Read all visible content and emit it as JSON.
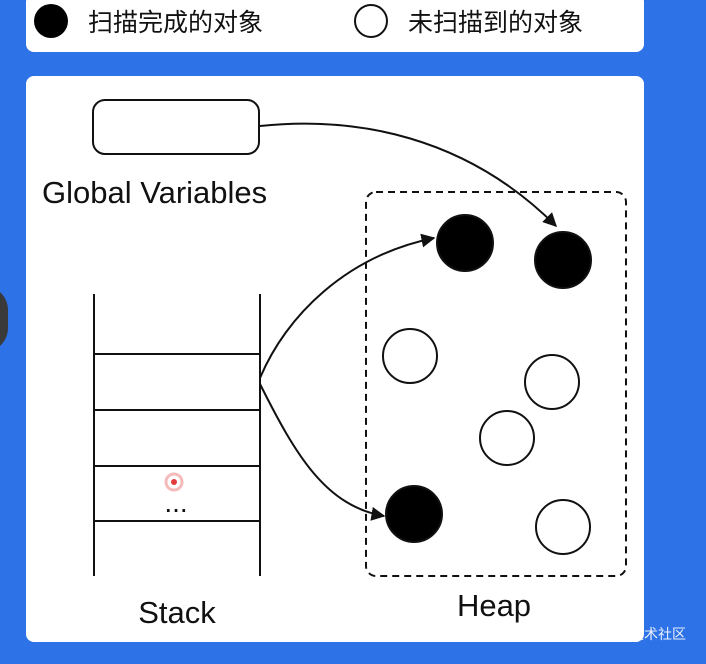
{
  "legend": {
    "scanned_label": "扫描完成的对象",
    "unscanned_label": "未扫描到的对象"
  },
  "labels": {
    "global_variables": "Global Variables",
    "stack": "Stack",
    "heap": "Heap",
    "stack_ellipsis": "..."
  },
  "watermark": "@稀土掘金技术社区",
  "colors": {
    "background": "#2d72e6",
    "panel": "#ffffff",
    "scanned": "#000000",
    "unscanned": "#ffffff",
    "stroke": "#111111"
  }
}
